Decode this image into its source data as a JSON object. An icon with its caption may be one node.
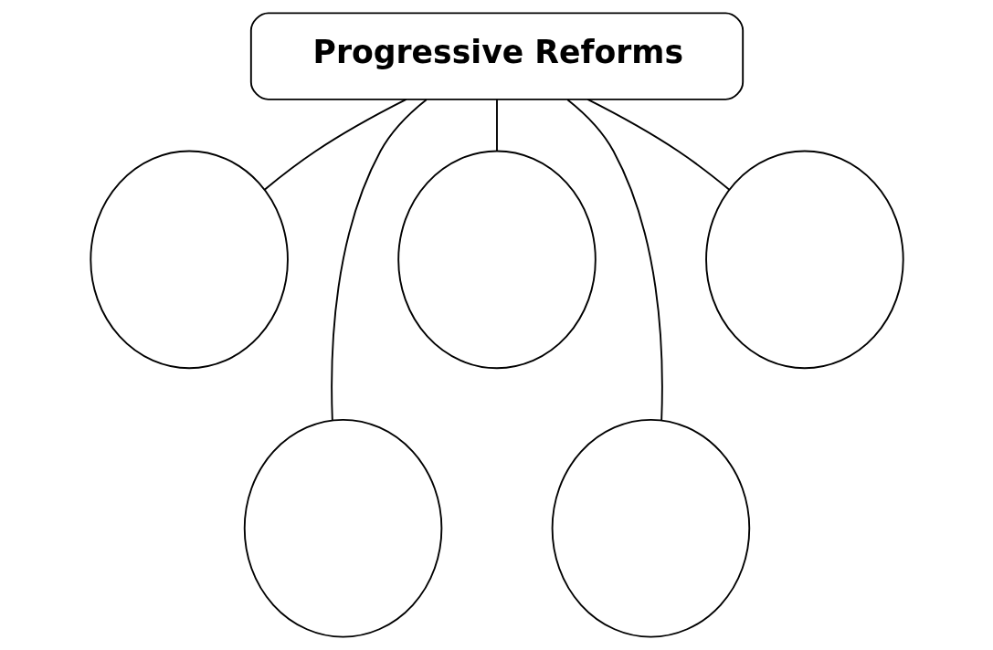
{
  "diagram": {
    "nodes": [
      {
        "text": [
          "Progressive Reforms"
        ]
      },
      {
        "text": [],
        "shape": "ellipse"
      },
      {
        "text": [],
        "shape": "ellipse"
      },
      {
        "text": [],
        "shape": "ellipse"
      },
      {
        "text": [],
        "shape": "ellipse"
      },
      {
        "text": [],
        "shape": "ellipse"
      }
    ],
    "edges": [
      {
        "from": 0,
        "to": 1,
        "arrow": "none"
      },
      {
        "from": 0,
        "to": 2,
        "arrow": "none"
      },
      {
        "from": 0,
        "to": 3,
        "arrow": "none"
      },
      {
        "from": 0,
        "to": 4,
        "arrow": "none"
      },
      {
        "from": 0,
        "to": 5,
        "arrow": "none"
      }
    ]
  }
}
